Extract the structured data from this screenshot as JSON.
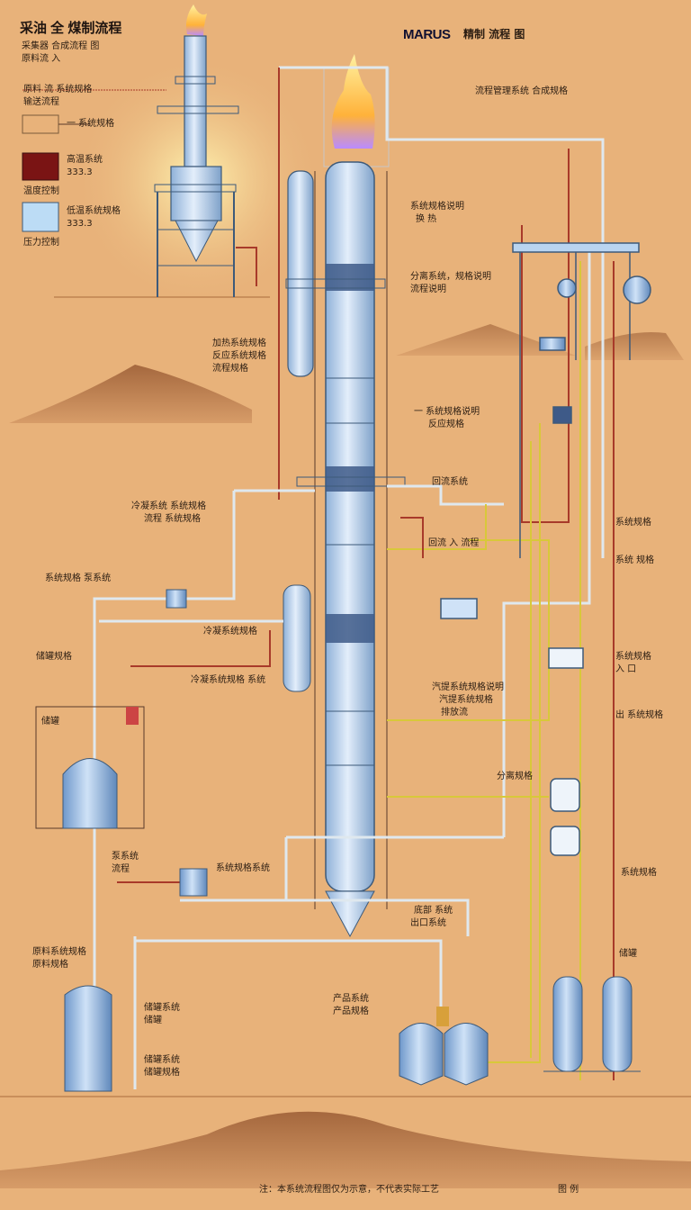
{
  "title": "采油 全 煤制流程",
  "subtitle": "采集器 合成流程 图",
  "subtitle2": "原料流 入",
  "brand": "MARUS",
  "brand_subtitle": "精制 流程 图",
  "legend": {
    "line1_label": "原料 流 系统规格",
    "line1_sub": "输送流程",
    "line2_label": "一 系统规格",
    "box_red_label": "高温系统",
    "box_red_value": "333.3",
    "box_red_note": "温度控制",
    "box_blue_label": "低温系统规格",
    "box_blue_value": "333.3",
    "box_blue_note": "压力控制"
  },
  "labels": {
    "top_right": "流程管理系统 合成规格",
    "right_a": "系统规格说明",
    "right_a2": "换 热",
    "right_b": "分离系统，规格说明",
    "right_b2": "流程说明",
    "left_c": "加热系统规格",
    "left_c2": "反应系统规格",
    "left_c3": "流程规格",
    "mid_right": "一 系统规格说明",
    "mid_right2": "反应规格",
    "pipe_left1": "冷凝系统 系统规格",
    "pipe_left1b": "流程 系统规格",
    "pipe_right1": "回流系统",
    "pipe_right2": "回流 入 流程",
    "left_pump": "系统规格 泵系统",
    "left_tank": "储罐规格",
    "mid_left": "冷凝系统规格",
    "mid_left2": "冷凝系统规格 系统",
    "mid_right3": "汽提系统规格说明",
    "mid_right4": "汽提系统规格",
    "mid_right5": "排放流",
    "far_right1": "系统规格",
    "far_right2": "系统 规格",
    "far_right3": "系统规格",
    "far_right3b": "入 口",
    "far_right4": "出 系统规格",
    "far_right5": "系统规格",
    "right_small": "分离规格",
    "box_tank": "储罐",
    "left_pump2": "泵系统",
    "left_pump2b": "流程",
    "bottom_mid": "系统规格系统",
    "bottom_mid2": "底部 系统",
    "bottom_mid3": "出口系统",
    "left_bottom": "原料系统规格",
    "left_bottom2": "原料规格",
    "tank_bottom1": "储罐系统",
    "tank_bottom2": "储罐",
    "tank_bottom3": "储罐系统",
    "tank_bottom4": "储罐规格",
    "center_bottom": "产品系统",
    "center_bottom2": "产品规格",
    "right_bottom": "储罐",
    "footer": "注：本系统流程图仅为示意，不代表实际工艺",
    "footer_right": "图 例"
  },
  "colors": {
    "background": "#e8b27a",
    "column": "#b9d4f0",
    "pipe_red": "#a83a2a",
    "pipe_yellow": "#d8c83a",
    "pipe_steel": "#dfe8ee",
    "flame": "#ffb23a",
    "dune": "#b5784a"
  }
}
